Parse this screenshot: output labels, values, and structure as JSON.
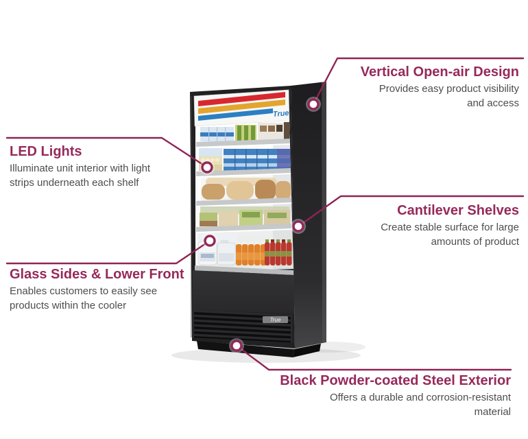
{
  "theme": {
    "background": "#FFFFFF",
    "accent_title_color": "#96295B",
    "leader_line_color": "#8E2455",
    "body_text_color": "#4D4D4D"
  },
  "product_image": {
    "brand": "True",
    "cabinet_color": "#212123",
    "sign_stripe_colors": [
      "#D8282F",
      "#E3A52F",
      "#2B7FC3"
    ]
  },
  "callouts": [
    {
      "id": "vertical-open-air",
      "title": "Vertical Open-air Design",
      "description": "Provides easy product visibility and access",
      "side": "right"
    },
    {
      "id": "led-lights",
      "title": "LED Lights",
      "description": "Illuminate unit interior with light strips underneath each shelf",
      "side": "left"
    },
    {
      "id": "cantilever-shelves",
      "title": "Cantilever Shelves",
      "description": "Create stable surface for large amounts of product",
      "side": "right"
    },
    {
      "id": "glass-sides-lower-front",
      "title": "Glass Sides & Lower Front",
      "description": "Enables customers to easily see products within the cooler",
      "side": "left"
    },
    {
      "id": "steel-exterior",
      "title": "Black Powder-coated Steel Exterior",
      "description": "Offers a durable and corrosion-resistant material",
      "side": "right"
    }
  ]
}
